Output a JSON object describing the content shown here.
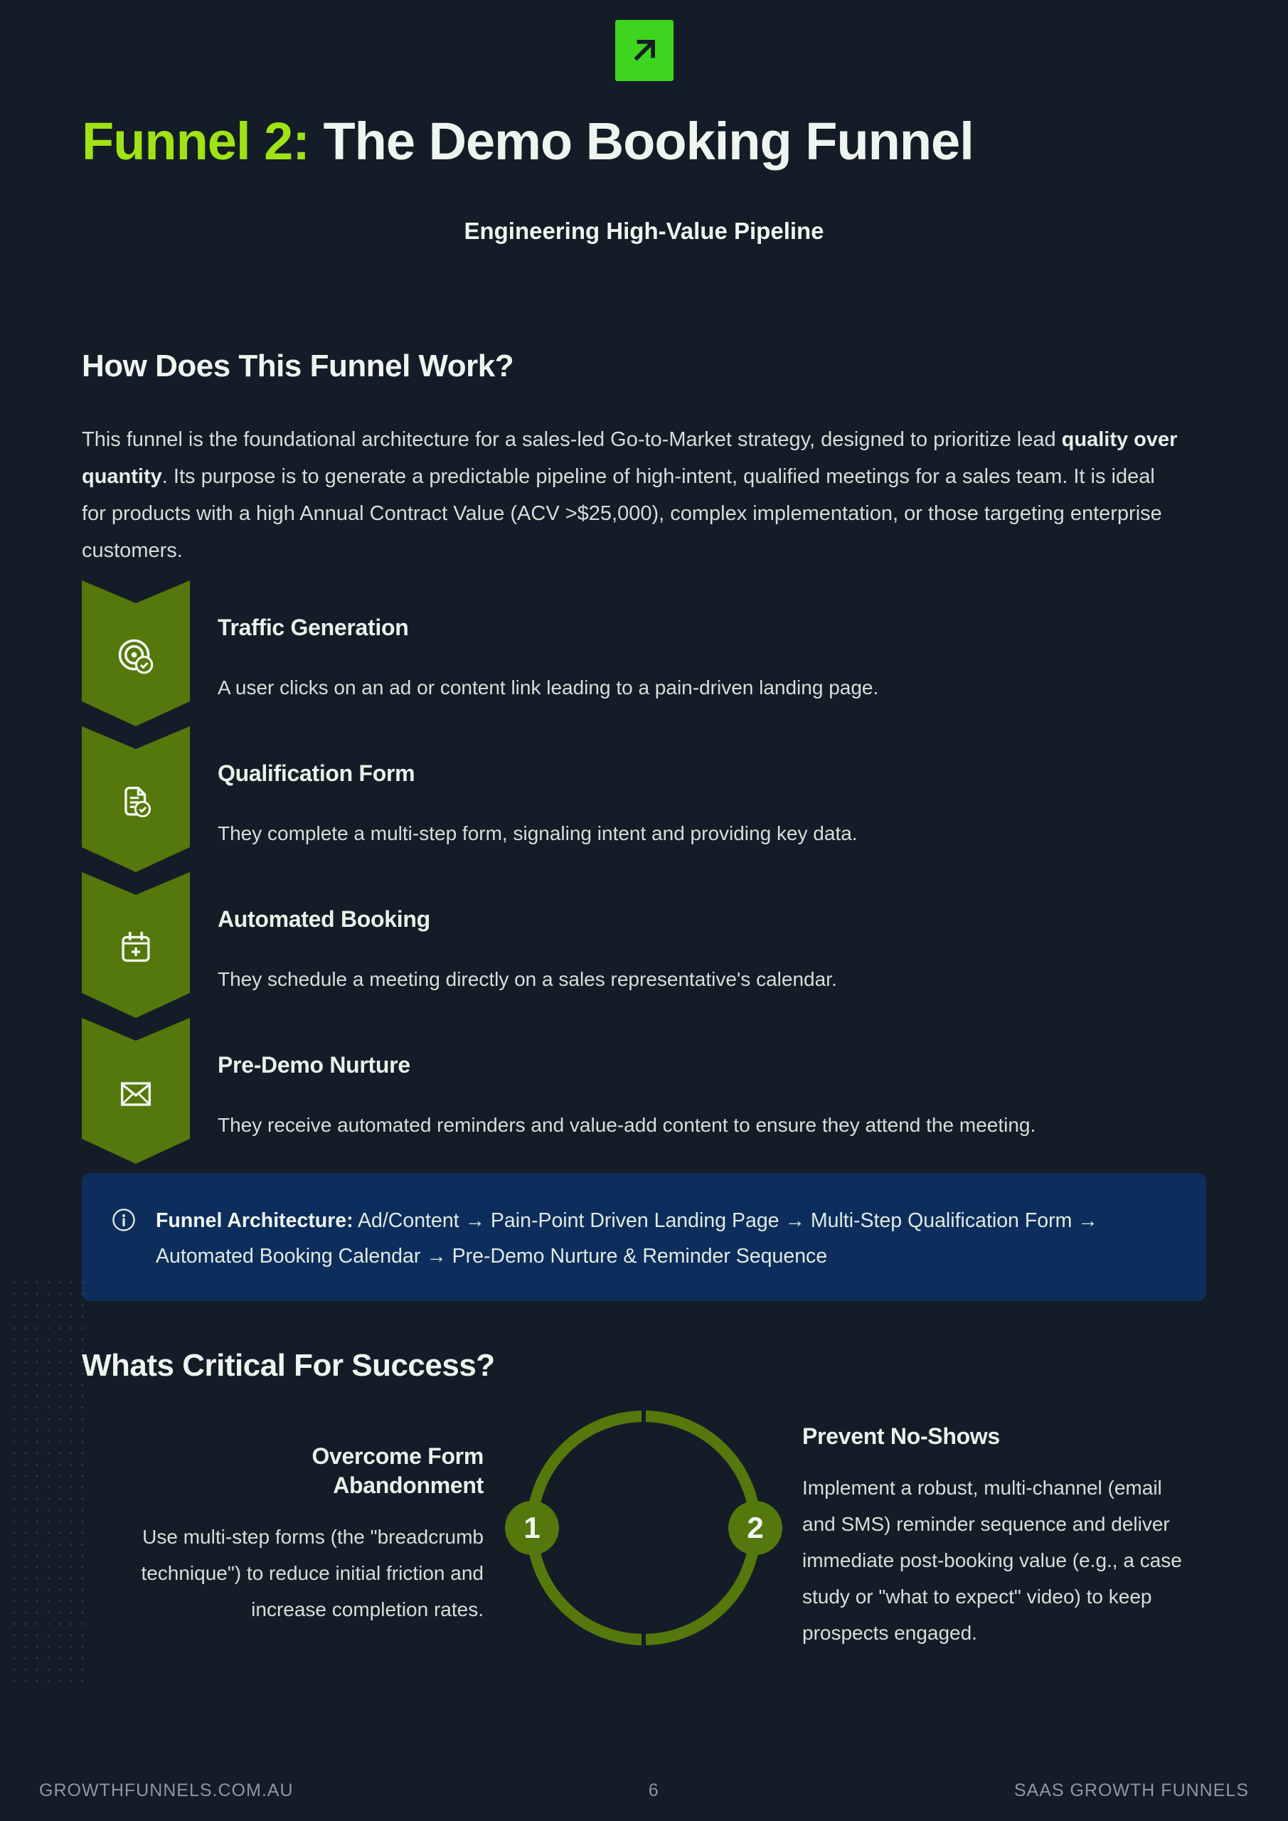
{
  "page": {
    "background": "#141c27",
    "accent_lime": "#9fe315",
    "logo_green": "#3ed51f",
    "olive": "#55780c",
    "infobox_blue": "#0d2e5c",
    "title_highlight": "Funnel 2:",
    "title_rest": " The Demo Booking Funnel",
    "subtitle": "Engineering High-Value Pipeline",
    "logo_icon": "arrow-up-right-icon"
  },
  "how_section": {
    "heading": "How Does This Funnel Work?",
    "intro_1": "This funnel is the foundational architecture for a sales-led Go-to-Market strategy, designed to prioritize lead ",
    "intro_bold": "quality over quantity",
    "intro_2": ". Its purpose is to generate a predictable pipeline of high-intent, qualified meetings for a sales team. It is ideal for products with a high Annual Contract Value (ACV >$25,000), complex implementation, or those targeting enterprise customers."
  },
  "steps": [
    {
      "icon": "target-check-icon",
      "title": "Traffic Generation",
      "description": "A user clicks on an ad or content link leading to a pain-driven landing page."
    },
    {
      "icon": "document-check-icon",
      "title": "Qualification Form",
      "description": "They complete a multi-step form, signaling intent and providing key data."
    },
    {
      "icon": "calendar-plus-icon",
      "title": "Automated Booking",
      "description": "They schedule a meeting directly on a sales representative's calendar."
    },
    {
      "icon": "envelope-icon",
      "title": "Pre-Demo Nurture",
      "description": "They receive automated reminders and value-add content to ensure they attend the meeting."
    }
  ],
  "architecture_note": {
    "icon": "info-icon",
    "label": "Funnel Architecture:",
    "text": " Ad/Content → Pain-Point Driven Landing Page → Multi-Step Qualification Form → Automated Booking Calendar → Pre-Demo Nurture & Reminder Sequence"
  },
  "success_section": {
    "heading": "Whats Critical For Success?",
    "items": [
      {
        "number": "1",
        "title": "Overcome Form Abandonment",
        "description": "Use multi-step forms (the \"breadcrumb technique\") to reduce initial friction and increase completion rates."
      },
      {
        "number": "2",
        "title": "Prevent No-Shows",
        "description": "Implement a robust, multi-channel (email and SMS) reminder sequence and deliver immediate post-booking value (e.g., a case study or \"what to expect\" video) to keep prospects engaged."
      }
    ]
  },
  "footer": {
    "left": "GROWTHFUNNELS.COM.AU",
    "page_number": "6",
    "right": "SAAS GROWTH FUNNELS"
  }
}
